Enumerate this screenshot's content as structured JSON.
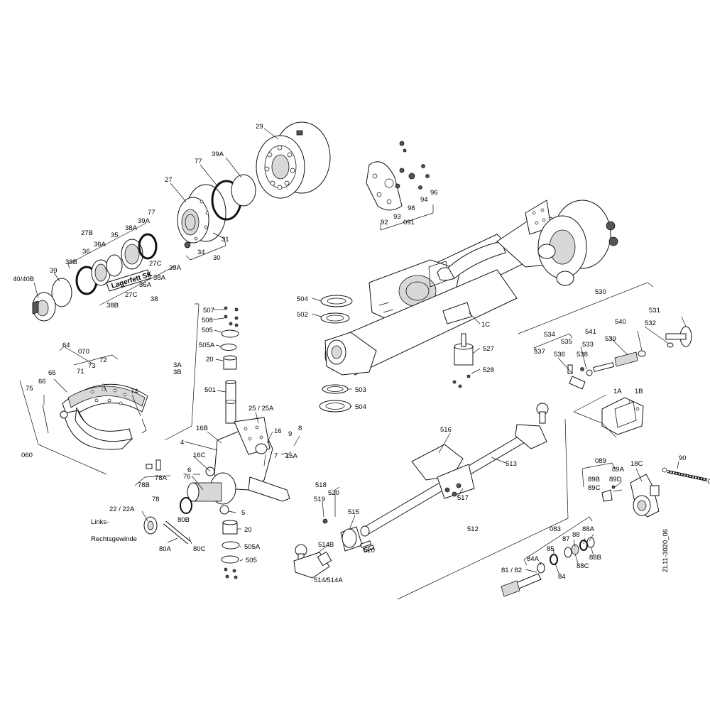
{
  "drawing_id": "ZL11-3020_06",
  "sticker": "Lagerfett SK",
  "labels": [
    {
      "id": "29",
      "text": "29"
    },
    {
      "id": "39A_top",
      "text": "39A"
    },
    {
      "id": "77_top",
      "text": "77"
    },
    {
      "id": "27",
      "text": "27"
    },
    {
      "id": "31",
      "text": "31"
    },
    {
      "id": "34",
      "text": "34"
    },
    {
      "id": "30",
      "text": "30"
    },
    {
      "id": "27B",
      "text": "27B"
    },
    {
      "id": "38A_a",
      "text": "38A"
    },
    {
      "id": "39A_b",
      "text": "39A"
    },
    {
      "id": "77_b",
      "text": "77"
    },
    {
      "id": "36A_a",
      "text": "36A"
    },
    {
      "id": "35",
      "text": "35"
    },
    {
      "id": "36",
      "text": "36"
    },
    {
      "id": "38B_a",
      "text": "38B"
    },
    {
      "id": "27C_a",
      "text": "27C"
    },
    {
      "id": "39A_c",
      "text": "39A"
    },
    {
      "id": "39",
      "text": "39"
    },
    {
      "id": "40_40B",
      "text": "40/40B"
    },
    {
      "id": "38A_b",
      "text": "38A"
    },
    {
      "id": "36A_b",
      "text": "36A"
    },
    {
      "id": "27C_b",
      "text": "27C"
    },
    {
      "id": "38B_b",
      "text": "38B"
    },
    {
      "id": "38",
      "text": "38"
    },
    {
      "id": "64",
      "text": "64"
    },
    {
      "id": "070",
      "text": "070"
    },
    {
      "id": "73",
      "text": "73"
    },
    {
      "id": "72",
      "text": "72"
    },
    {
      "id": "65",
      "text": "65"
    },
    {
      "id": "71",
      "text": "71"
    },
    {
      "id": "75",
      "text": "75"
    },
    {
      "id": "66",
      "text": "66"
    },
    {
      "id": "74",
      "text": "74"
    },
    {
      "id": "060",
      "text": "060"
    },
    {
      "id": "507",
      "text": "507"
    },
    {
      "id": "508",
      "text": "508"
    },
    {
      "id": "505_a",
      "text": "505"
    },
    {
      "id": "505A_a",
      "text": "505A"
    },
    {
      "id": "20_a",
      "text": "20"
    },
    {
      "id": "3A",
      "text": "3A"
    },
    {
      "id": "3B",
      "text": "3B"
    },
    {
      "id": "501",
      "text": "501"
    },
    {
      "id": "25_25A",
      "text": "25 / 25A"
    },
    {
      "id": "16B",
      "text": "16B"
    },
    {
      "id": "4",
      "text": "4"
    },
    {
      "id": "16",
      "text": "16"
    },
    {
      "id": "8",
      "text": "8"
    },
    {
      "id": "9",
      "text": "9"
    },
    {
      "id": "7",
      "text": "7"
    },
    {
      "id": "16A",
      "text": "16A"
    },
    {
      "id": "16C",
      "text": "16C"
    },
    {
      "id": "6",
      "text": "6"
    },
    {
      "id": "76",
      "text": "76"
    },
    {
      "id": "78A",
      "text": "78A"
    },
    {
      "id": "78B",
      "text": "78B"
    },
    {
      "id": "78",
      "text": "78"
    },
    {
      "id": "5",
      "text": "5"
    },
    {
      "id": "22_22A",
      "text": "22 / 22A"
    },
    {
      "id": "80B",
      "text": "80B"
    },
    {
      "id": "links",
      "text": "Links-"
    },
    {
      "id": "rechts",
      "text": "Rechtsgewinde"
    },
    {
      "id": "20_b",
      "text": "20"
    },
    {
      "id": "80A",
      "text": "80A"
    },
    {
      "id": "80C",
      "text": "80C"
    },
    {
      "id": "505A_b",
      "text": "505A"
    },
    {
      "id": "505_b",
      "text": "505"
    },
    {
      "id": "92",
      "text": "92"
    },
    {
      "id": "93",
      "text": "93"
    },
    {
      "id": "98",
      "text": "98"
    },
    {
      "id": "091",
      "text": "091"
    },
    {
      "id": "94",
      "text": "94"
    },
    {
      "id": "96",
      "text": "96"
    },
    {
      "id": "504_a",
      "text": "504"
    },
    {
      "id": "502",
      "text": "502"
    },
    {
      "id": "1C",
      "text": "1C"
    },
    {
      "id": "527",
      "text": "527"
    },
    {
      "id": "528",
      "text": "528"
    },
    {
      "id": "503",
      "text": "503"
    },
    {
      "id": "504_b",
      "text": "504"
    },
    {
      "id": "530",
      "text": "530"
    },
    {
      "id": "531",
      "text": "531"
    },
    {
      "id": "534",
      "text": "534"
    },
    {
      "id": "535",
      "text": "535"
    },
    {
      "id": "541",
      "text": "541"
    },
    {
      "id": "540",
      "text": "540"
    },
    {
      "id": "532",
      "text": "532"
    },
    {
      "id": "537",
      "text": "537"
    },
    {
      "id": "536",
      "text": "536"
    },
    {
      "id": "533",
      "text": "533"
    },
    {
      "id": "538",
      "text": "538"
    },
    {
      "id": "539",
      "text": "539"
    },
    {
      "id": "1A",
      "text": "1A"
    },
    {
      "id": "1B",
      "text": "1B"
    },
    {
      "id": "516",
      "text": "516"
    },
    {
      "id": "513",
      "text": "513"
    },
    {
      "id": "517",
      "text": "517"
    },
    {
      "id": "512",
      "text": "512"
    },
    {
      "id": "518",
      "text": "518"
    },
    {
      "id": "520_a",
      "text": "520"
    },
    {
      "id": "519",
      "text": "519"
    },
    {
      "id": "515",
      "text": "515"
    },
    {
      "id": "514B",
      "text": "514B"
    },
    {
      "id": "520_b",
      "text": "520"
    },
    {
      "id": "514_514A",
      "text": "514/514A"
    },
    {
      "id": "89",
      "text": "089"
    },
    {
      "id": "89B",
      "text": "89B"
    },
    {
      "id": "89A",
      "text": "89A"
    },
    {
      "id": "89C",
      "text": "89C"
    },
    {
      "id": "89D",
      "text": "89D"
    },
    {
      "id": "18C",
      "text": "18C"
    },
    {
      "id": "90",
      "text": "90"
    },
    {
      "id": "083",
      "text": "083"
    },
    {
      "id": "88A",
      "text": "88A"
    },
    {
      "id": "88",
      "text": "88"
    },
    {
      "id": "87",
      "text": "87"
    },
    {
      "id": "85",
      "text": "85"
    },
    {
      "id": "84A",
      "text": "84A"
    },
    {
      "id": "88B",
      "text": "88B"
    },
    {
      "id": "88C",
      "text": "88C"
    },
    {
      "id": "81_82",
      "text": "81 / 82"
    },
    {
      "id": "84",
      "text": "84"
    }
  ]
}
